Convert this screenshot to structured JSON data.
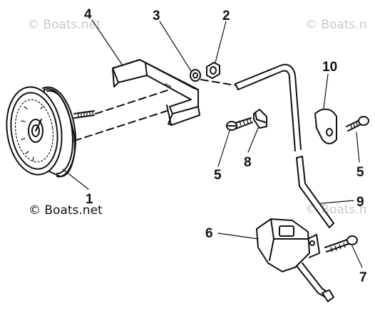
{
  "watermarks": {
    "top_left": "© Boats.net",
    "top_right": "© Boats.n",
    "mid_right": "© Boats.n",
    "bottom_left": "© Boats.net"
  },
  "callouts": [
    "4",
    "3",
    "2",
    "10",
    "5",
    "8",
    "5",
    "1",
    "9",
    "6",
    "7"
  ],
  "colors": {
    "ink": "#111111",
    "watermark": "#c9c9c9",
    "background": "#ffffff"
  }
}
